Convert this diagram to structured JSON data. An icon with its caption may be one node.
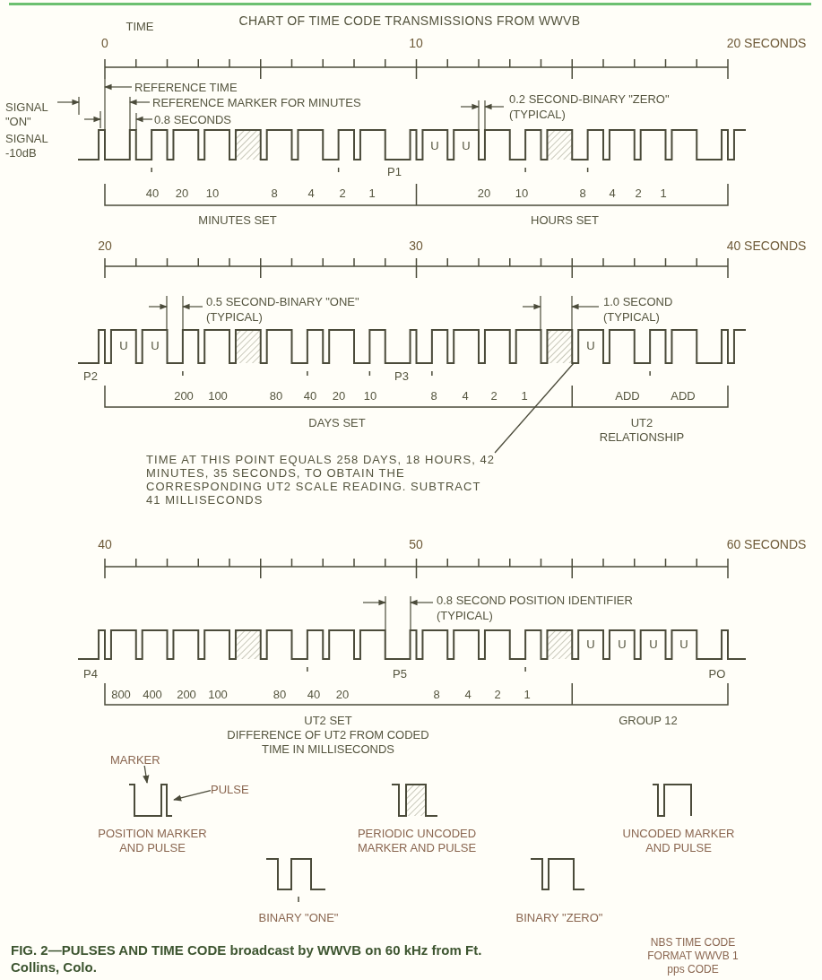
{
  "diagram": {
    "title": "CHART OF TIME CODE TRANSMISSIONS FROM WWVB",
    "caption": "FIG. 2—PULSES AND TIME CODE broadcast by WWVB on 60 kHz from Ft. Collins, Colo.",
    "nodes": [
      {
        "text": [
          "TIME AT THIS POINT EQUALS 258 DAYS, 18 HOURS, 42 MINUTES, 35 SECONDS, TO OBTAIN THE CORRESPONDING UT2 SCALE READING. SUBTRACT 41 MILLISECONDS"
        ]
      },
      {
        "text": [
          "MARKER"
        ]
      },
      {
        "text": [
          "PULSE"
        ]
      },
      {
        "text": [],
        "shape": "picture"
      }
    ],
    "edges": [
      {
        "from": 0,
        "to": null,
        "arrow": "none"
      },
      {
        "from": 1,
        "to": 3,
        "arrow": "to"
      },
      {
        "from": 2,
        "to": 3,
        "arrow": "to"
      }
    ],
    "labels": [
      "TIME",
      "0",
      "10",
      "20 SECONDS",
      "REFERENCE TIME",
      "REFERENCE MARKER FOR MINUTES",
      "0.2 SECOND-BINARY \"ZERO\"",
      "SIGNAL \"ON\"",
      "0.8 SECONDS",
      "(TYPICAL)",
      "SIGNAL -10dB",
      "U",
      "U",
      "P1",
      "40",
      "20",
      "10",
      "8",
      "4",
      "2",
      "1",
      "20",
      "10",
      "8",
      "4",
      "2",
      "1",
      "MINUTES SET",
      "HOURS SET",
      "20",
      "30",
      "40 SECONDS",
      "0.5 SECOND-BINARY \"ONE\"",
      "1.0 SECOND",
      "(TYPICAL)",
      "(TYPICAL)",
      "U",
      "U",
      "U",
      "P2",
      "P3",
      "200",
      "100",
      "80",
      "40",
      "20",
      "10",
      "8",
      "4",
      "2",
      "1",
      "ADD",
      "ADD",
      "DAYS SET",
      "UT2 RELATIONSHIP",
      "40",
      "50",
      "60 SECONDS",
      "0.8 SECOND POSITION IDENTIFIER",
      "(TYPICAL)",
      "U",
      "U",
      "U",
      "U",
      "P4",
      "P5",
      "PO",
      "800",
      "400",
      "200",
      "100",
      "80",
      "40",
      "20",
      "8",
      "4",
      "2",
      "1",
      "UT2 SET",
      "DIFFERENCE OF UT2 FROM CODED TIME IN MILLISECONDS",
      "GROUP 12",
      "NBS TIME CODE FORMAT WWVB 1 pps CODE"
    ],
    "legend": [
      {
        "text": "POSITION MARKER AND PULSE"
      },
      {
        "text": "PERIODIC UNCODED MARKER AND PULSE"
      },
      {
        "text": "UNCODED MARKER AND PULSE"
      },
      {
        "text": "BINARY \"ONE\""
      },
      {
        "text": "BINARY \"ZERO\""
      }
    ]
  }
}
